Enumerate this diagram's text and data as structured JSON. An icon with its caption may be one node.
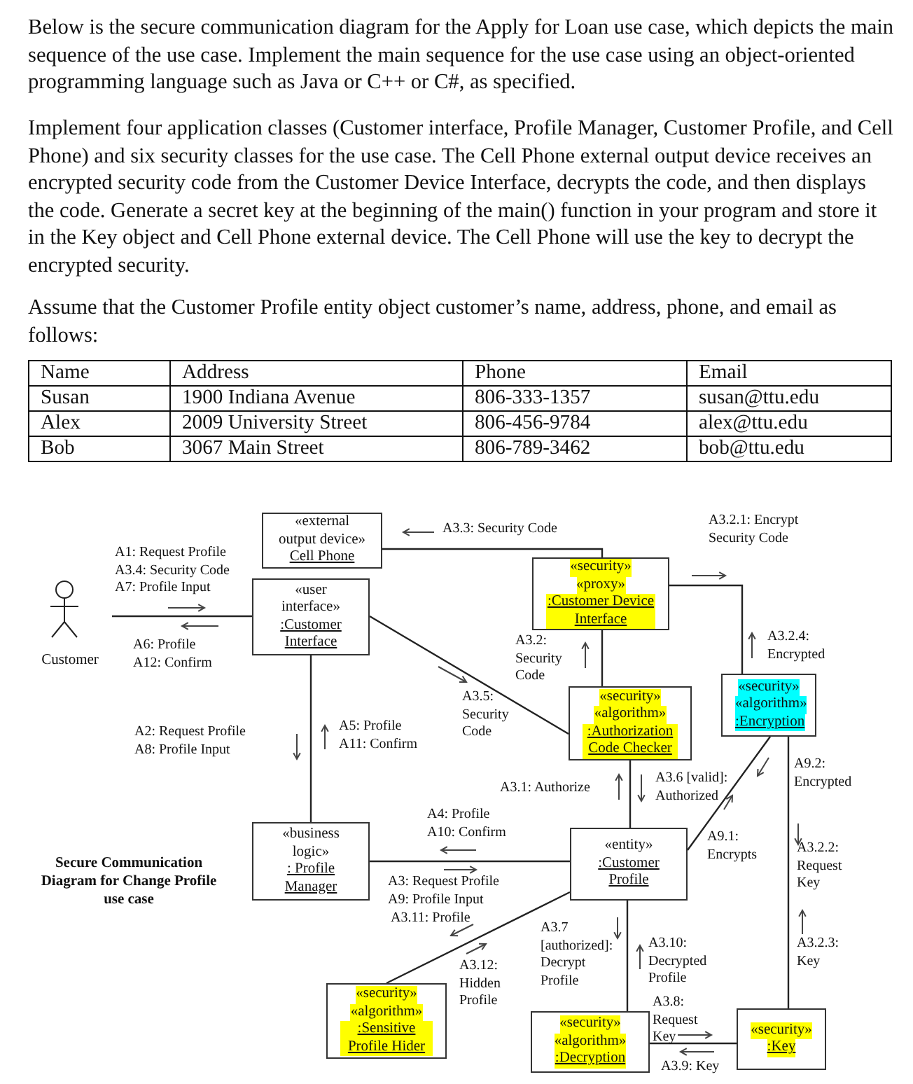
{
  "diagram": {
    "title": "Secure Communication Diagram for Change Profile use case",
    "nodes": [
      {
        "text": [
          "Customer"
        ]
      },
      {
        "text": [
          "«external output device»",
          "Cell Phone"
        ]
      },
      {
        "text": [
          "«user interface»",
          ":Customer Interface"
        ]
      },
      {
        "text": [
          "«security»",
          "«proxy»",
          ":Customer Device Interface"
        ]
      },
      {
        "text": [
          "«security»",
          "«algorithm»",
          ":Encryption"
        ]
      },
      {
        "text": [
          "«security»",
          "«algorithm»",
          ":Authorization Code Checker"
        ]
      },
      {
        "text": [
          "«business logic»",
          ": Profile Manager"
        ]
      },
      {
        "text": [
          "«entity»",
          ":Customer Profile"
        ]
      },
      {
        "text": [
          "«security»",
          "«algorithm»",
          ":Sensitive Profile Hider"
        ]
      },
      {
        "text": [
          "«security»",
          "«algorithm»",
          ":Decryption"
        ]
      },
      {
        "text": [
          "«security»",
          ":Key"
        ]
      }
    ],
    "edges": [
      {
        "from": 0,
        "to": 2,
        "arrow": "none",
        "label": "A1: Request Profile A3.4: Security Code A7: Profile Input"
      },
      {
        "from": 1,
        "to": 3,
        "arrow": "none",
        "label": "A3.3: Security Code"
      },
      {
        "from": 2,
        "to": 5,
        "arrow": "none",
        "label": "A3.5: Security Code"
      },
      {
        "from": 2,
        "to": 6,
        "arrow": "none",
        "label": "A2: Request Profile A8: Profile Input"
      },
      {
        "from": 3,
        "to": 5,
        "arrow": "none",
        "label": "A3.2: Security Code"
      },
      {
        "from": 3,
        "to": 4,
        "arrow": "none",
        "label": "A3.2.1: Encrypt Security Code"
      },
      {
        "from": 5,
        "to": 7,
        "arrow": "none",
        "label": "A3.1: Authorize"
      },
      {
        "from": 4,
        "to": 7,
        "arrow": "none",
        "label": "A9.1: Encrypts"
      },
      {
        "from": 4,
        "to": 10,
        "arrow": "none",
        "label": "A3.2.2: Request Key"
      },
      {
        "from": 6,
        "to": 7,
        "arrow": "none",
        "label": "A4: Profile A10: Confirm"
      },
      {
        "from": 7,
        "to": 8,
        "arrow": "none",
        "label": "A3.11: Profile"
      },
      {
        "from": 7,
        "to": 9,
        "arrow": "none",
        "label": "A3.7 [authorized]: Decrypt Profile"
      },
      {
        "from": 9,
        "to": 10,
        "arrow": "none",
        "label": "A3.8: Request Key"
      }
    ],
    "labels": [
      "Below is the secure communication diagram for the Apply for Loan use case, which depicts the main sequence of the use case. Implement the main sequence for the use case using an object-oriented programming language such as Java or C++ or C#, as specified.",
      "Implement four application classes (Customer interface, Profile Manager, Customer Profile, and Cell Phone) and six security classes for the use case. The Cell Phone external output device receives an encrypted security code from the Customer Device Interface, decrypts the code, and then displays the code. Generate a secret key at the beginning of the main() function in your program and store it in the Key object and Cell Phone external device. The Cell Phone will use the key to decrypt the encrypted security.",
      "Assume that the Customer Profile entity object customer’s name, address, phone, and email as follows:",
      "Name",
      "Address",
      "Phone",
      "Email",
      "Susan",
      "1900 Indiana Avenue",
      "806-333-1357",
      "susan@ttu.edu",
      "Alex",
      "2009 University Street",
      "806-456-9784",
      "alex@ttu.edu",
      "Bob",
      "3067 Main Street",
      "806-789-3462",
      "bob@ttu.edu",
      "A6: Profile A12: Confirm",
      "A5: Profile A11: Confirm",
      "A3.2.4: Encrypted",
      "A3.6 [valid]: Authorized",
      "A9.2: Encrypted",
      "A3.2.3: Key",
      "A3: Request Profile A9: Profile Input",
      "A3.12: Hidden Profile",
      "A3.10: Decrypted Profile",
      "A3.9: Key"
    ]
  }
}
